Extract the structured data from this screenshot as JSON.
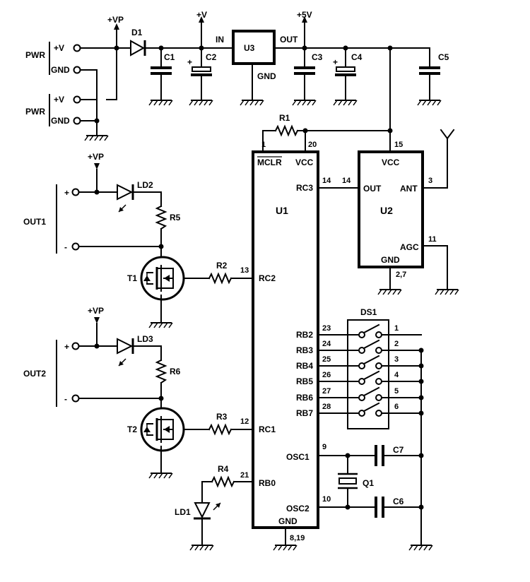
{
  "supply": {
    "vp": "+VP",
    "v": "+V",
    "v5": "+5V"
  },
  "connectors": {
    "pwr": "PWR",
    "plus_v": "+V",
    "gnd": "GND",
    "out1": "OUT1",
    "out2": "OUT2",
    "plus": "+",
    "minus": "-"
  },
  "regulator": {
    "name": "U3",
    "in": "IN",
    "out": "OUT",
    "gnd": "GND"
  },
  "parts": {
    "d1": "D1",
    "c1": "C1",
    "c2": "C2",
    "c3": "C3",
    "c4": "C4",
    "c5": "C5",
    "r1": "R1",
    "r2": "R2",
    "r3": "R3",
    "r4": "R4",
    "r5": "R5",
    "r6": "R6",
    "ld1": "LD1",
    "ld2": "LD2",
    "ld3": "LD3",
    "t1": "T1",
    "t2": "T2",
    "q1": "Q1",
    "c6": "C6",
    "c7": "C7",
    "ds1": "DS1",
    "plus": "+"
  },
  "u1": {
    "name": "U1",
    "mclr": "MCLR",
    "vcc": "VCC",
    "gnd": "GND",
    "rc3": "RC3",
    "rc2": "RC2",
    "rc1": "RC1",
    "rb0": "RB0",
    "osc1": "OSC1",
    "osc2": "OSC2",
    "rb": [
      "RB2",
      "RB3",
      "RB4",
      "RB5",
      "RB6",
      "RB7"
    ],
    "pins": {
      "p1": "1",
      "p20": "20",
      "p14": "14",
      "p13": "13",
      "p12": "12",
      "p21": "21",
      "p9": "9",
      "p10": "10",
      "p819": "8,19"
    },
    "rb_pins": [
      "23",
      "24",
      "25",
      "26",
      "27",
      "28"
    ]
  },
  "u2": {
    "name": "U2",
    "vcc": "VCC",
    "out": "OUT",
    "ant": "ANT",
    "agc": "AGC",
    "gnd": "GND",
    "p15": "15",
    "p14": "14",
    "p3": "3",
    "p11": "11",
    "p27": "2,7"
  },
  "ds1_pins": [
    "1",
    "2",
    "3",
    "4",
    "5",
    "6"
  ]
}
